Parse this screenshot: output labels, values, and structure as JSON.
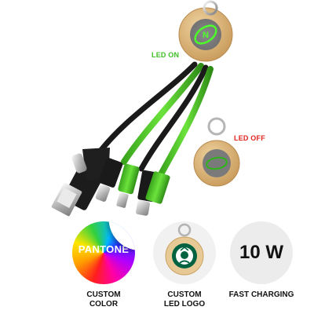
{
  "labels": {
    "led_on": "LED ON",
    "led_off": "LED OFF"
  },
  "colors": {
    "led_green": "#3fbf24",
    "led_red": "#e0231c",
    "cable_green": "#4fd12a",
    "cable_black": "#1a1a1a",
    "bamboo": "#d9b67d",
    "starbucks_green": "#006241"
  },
  "product": {
    "icon": "multi-charging-cable-icon",
    "keyring_icon": "keyring-icon",
    "connectors": [
      "usb-a",
      "usb-c",
      "lightning",
      "micro-usb"
    ]
  },
  "badges": [
    {
      "id": "custom-color",
      "icon": "pantone-color-icon",
      "badge_text": "PANTONE",
      "caption": "CUSTOM\nCOLOR"
    },
    {
      "id": "custom-led-logo",
      "icon": "starbucks-logo-keyring-icon",
      "caption": "CUSTOM\nLED LOGO"
    },
    {
      "id": "fast-charging",
      "icon": "power-badge-icon",
      "badge_text": "10 W",
      "caption": "FAST CHARGING"
    }
  ]
}
